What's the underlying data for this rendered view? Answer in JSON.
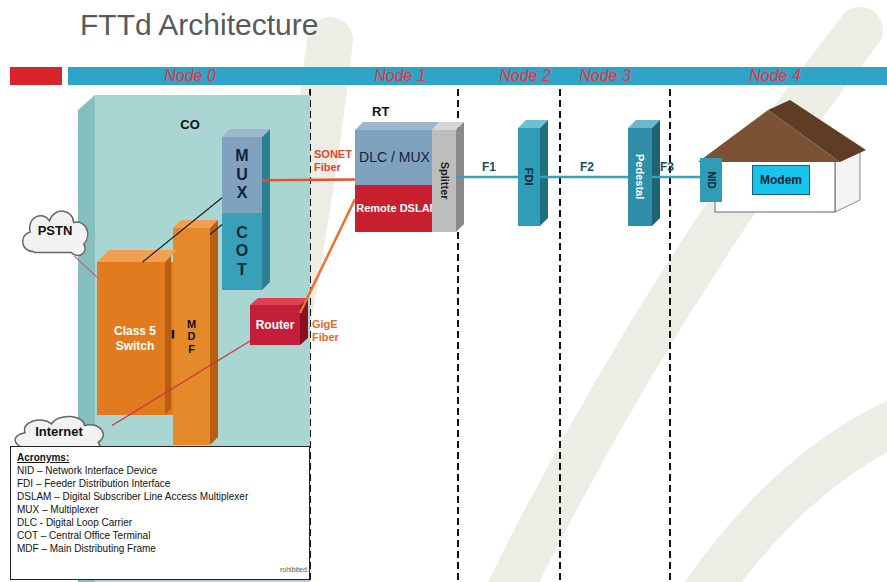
{
  "diagram": {
    "title": "FTTd Architecture",
    "nodes": [
      {
        "text": [
          "Node 0",
          "Node 1",
          "Node 2",
          "Node 3",
          "Node 4"
        ]
      },
      {
        "text": [
          "CO"
        ]
      },
      {
        "text": [
          "PSTN"
        ]
      },
      {
        "text": [
          "Internet"
        ]
      },
      {
        "text": [
          "Class 5 Switch"
        ],
        "in": 1
      },
      {
        "text": [
          "M D F"
        ],
        "in": 1
      },
      {
        "text": [
          "M U X"
        ],
        "in": 1
      },
      {
        "text": [
          "C O T"
        ],
        "in": 1
      },
      {
        "text": [
          "Router"
        ],
        "in": 1
      },
      {
        "text": [
          "DLC / MUX"
        ]
      },
      {
        "text": [
          "Remote DSLAM"
        ]
      },
      {
        "text": [
          "Splitter"
        ]
      },
      {
        "text": [
          "FDI"
        ]
      },
      {
        "text": [
          "Pedestal"
        ]
      },
      {
        "text": [
          "NID"
        ]
      },
      {
        "text": [
          "Modem"
        ]
      },
      {
        "text": [
          "Acronyms:",
          "NID – Network Interface Device",
          "FDI – Feeder Distribution Interface",
          "DSLAM – Digital Subscriber Line Access Multiplexer",
          "MUX – Multiplexer",
          "DLC - Digital Loop Carrier",
          "COT – Central Office Terminal",
          "MDF – Main Distributing Frame"
        ]
      }
    ],
    "edges": [
      {
        "from": 2,
        "to": 4,
        "arrow": "none"
      },
      {
        "from": 4,
        "to": 6,
        "arrow": "none"
      },
      {
        "from": 4,
        "to": 5,
        "arrow": "none"
      },
      {
        "from": 5,
        "to": 7,
        "arrow": "none"
      },
      {
        "from": 6,
        "to": 9,
        "label": "SONET Fiber",
        "arrow": "none"
      },
      {
        "from": 8,
        "to": 10,
        "label": "GigE Fiber",
        "arrow": "none"
      },
      {
        "from": 3,
        "to": 8,
        "arrow": "none"
      },
      {
        "from": 11,
        "to": 12,
        "label": "F1",
        "arrow": "none"
      },
      {
        "from": 12,
        "to": 13,
        "label": "F2",
        "arrow": "none"
      },
      {
        "from": 13,
        "to": 14,
        "label": "F3",
        "arrow": "none"
      }
    ],
    "labels": [
      "RT",
      "rohibited."
    ]
  }
}
